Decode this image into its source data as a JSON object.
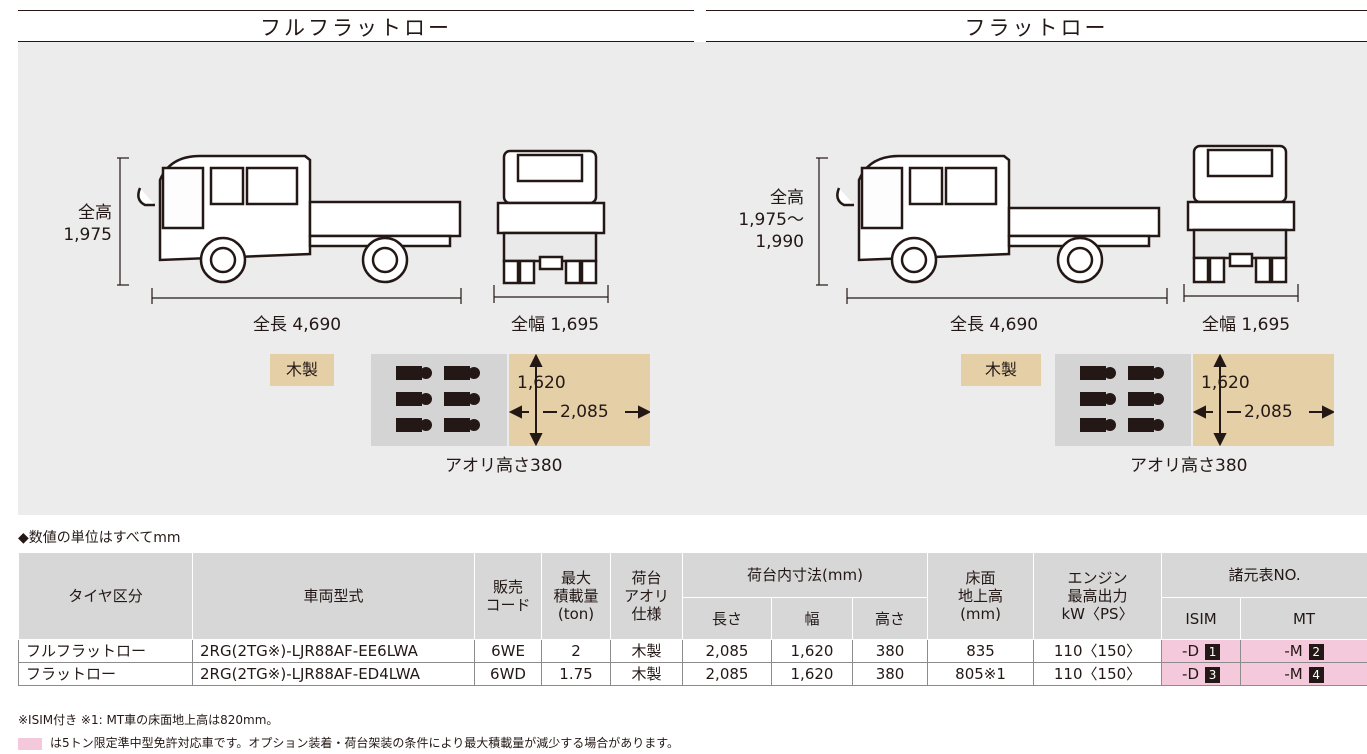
{
  "left": {
    "title": "フルフラットロー",
    "height_label": "全高",
    "height_value": "1,975",
    "length_label": "全長 4,690",
    "width_label": "全幅 1,695",
    "material": "木製",
    "cargo_height": "1,620",
    "cargo_length": "2,085",
    "tailgate": "アオリ高さ380"
  },
  "right": {
    "title": "フラットロー",
    "height_label": "全高",
    "height_value": "1,975～",
    "height_value2": "1,990",
    "length_label": "全長 4,690",
    "width_label": "全幅 1,695",
    "material": "木製",
    "cargo_height": "1,620",
    "cargo_length": "2,085",
    "tailgate": "アオリ高さ380"
  },
  "unit_note": "◆数値の単位はすべてmm",
  "table": {
    "h_tire": "タイヤ区分",
    "h_model": "車両型式",
    "h_code1": "販売",
    "h_code2": "コード",
    "h_load1": "最大",
    "h_load2": "積載量",
    "h_load3": "(ton)",
    "h_bed1": "荷台",
    "h_bed2": "アオリ",
    "h_bed3": "仕様",
    "h_inner": "荷台内寸法(mm)",
    "h_len": "長さ",
    "h_wid": "幅",
    "h_hgt": "高さ",
    "h_floor1": "床面",
    "h_floor2": "地上高",
    "h_floor3": "(mm)",
    "h_eng1": "エンジン",
    "h_eng2": "最高出力",
    "h_eng3": "kW〈PS〉",
    "h_spec": "諸元表NO.",
    "h_isim": "ISIM",
    "h_mt": "MT",
    "rows": [
      {
        "tire": "フルフラットロー",
        "model": "2RG(2TG※)-LJR88AF-EE6LWA",
        "code": "6WE",
        "load": "2",
        "bed": "木製",
        "len": "2,085",
        "wid": "1,620",
        "hgt": "380",
        "floor": "835",
        "eng": "110〈150〉",
        "isim": "-D",
        "isim_no": "1",
        "mt": "-M",
        "mt_no": "2"
      },
      {
        "tire": "フラットロー",
        "model": "2RG(2TG※)-LJR88AF-ED4LWA",
        "code": "6WD",
        "load": "1.75",
        "bed": "木製",
        "len": "2,085",
        "wid": "1,620",
        "hgt": "380",
        "floor": "805※1",
        "eng": "110〈150〉",
        "isim": "-D",
        "isim_no": "3",
        "mt": "-M",
        "mt_no": "4"
      }
    ]
  },
  "footnote1": "※ISIM付き  ※1: MT車の床面地上高は820mm。",
  "footnote2": "は5トン限定準中型免許対応車です。オプション装着・荷台架装の条件により最大積載量が減少する場合があります。",
  "colors": {
    "tan": "#e5cfa7",
    "pink": "#f4c9dc",
    "panel": "#ececec",
    "header": "#d7d7d7"
  }
}
